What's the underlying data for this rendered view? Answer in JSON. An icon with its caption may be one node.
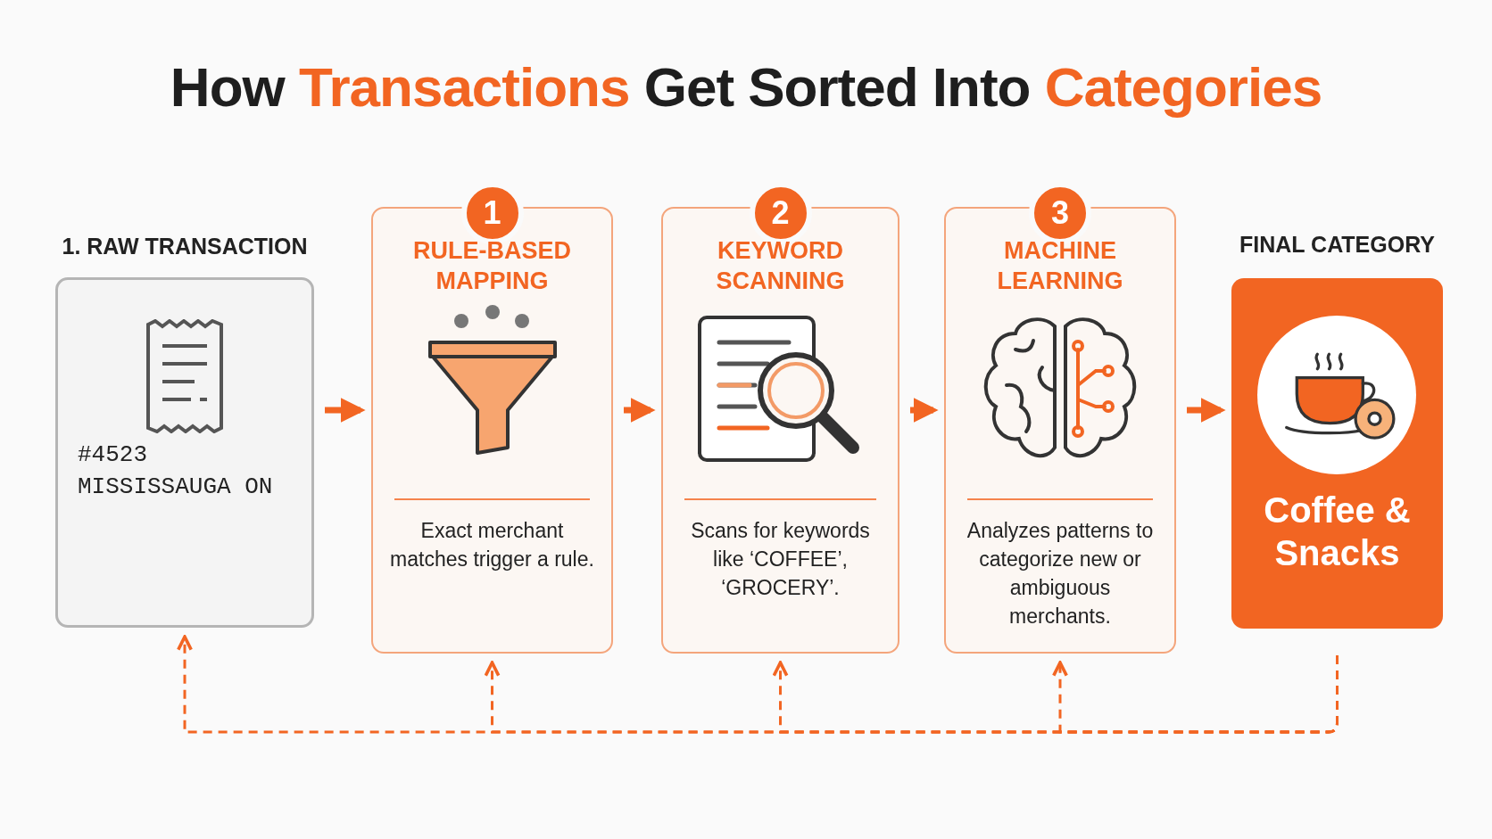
{
  "diagram": {
    "title": "How **Transactions** Get Sorted Into **Categories**",
    "nodes": [
      {
        "text": [
          "1. RAW TRANSACTION",
          "#4523 MISSISSAUGA ON"
        ]
      },
      {
        "text": [
          "1",
          "RULE-BASED MAPPING",
          "Exact merchant matches trigger a rule."
        ]
      },
      {
        "text": [
          "2",
          "KEYWORD SCANNING",
          "Scans for keywords like ‘COFFEE’, ‘GROCERY’."
        ]
      },
      {
        "text": [
          "3",
          "MACHINE LEARNING",
          "Analyzes patterns to categorize new or ambiguous merchants."
        ]
      },
      {
        "text": [
          "FINAL CATEGORY",
          "Coffee & Snacks"
        ]
      }
    ],
    "edges": [
      {
        "from": 0,
        "to": 1,
        "arrow": "to",
        "style": "thick"
      },
      {
        "from": 1,
        "to": 2,
        "arrow": "to",
        "style": "thick"
      },
      {
        "from": 2,
        "to": 3,
        "arrow": "to",
        "style": "thick"
      },
      {
        "from": 3,
        "to": 4,
        "arrow": "to",
        "style": "thick"
      },
      {
        "from": 4,
        "to": 0,
        "arrow": "to",
        "style": "dashed"
      },
      {
        "from": 4,
        "to": 1,
        "arrow": "to",
        "style": "dashed"
      },
      {
        "from": 4,
        "to": 2,
        "arrow": "to",
        "style": "dashed"
      },
      {
        "from": 4,
        "to": 3,
        "arrow": "to",
        "style": "dashed"
      }
    ]
  }
}
